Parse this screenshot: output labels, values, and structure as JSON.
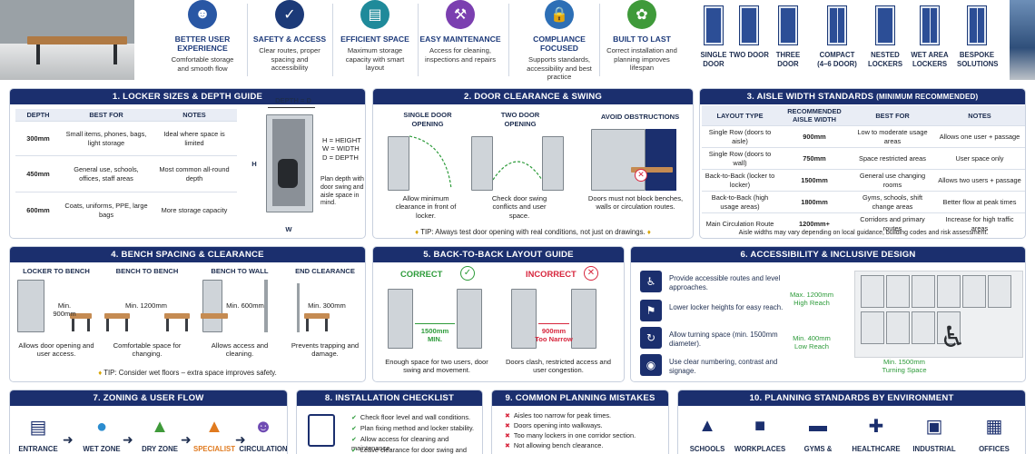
{
  "features": [
    {
      "title": "BETTER USER EXPERIENCE",
      "desc": "Comfortable storage and smooth flow",
      "icon": "people-icon",
      "color": "#2957a4"
    },
    {
      "title": "SAFETY & ACCESS",
      "desc": "Clear routes, proper spacing and accessibility",
      "icon": "shield-icon",
      "color": "#1c3a78"
    },
    {
      "title": "EFFICIENT SPACE",
      "desc": "Maximum storage capacity with smart layout",
      "icon": "chart-icon",
      "color": "#1f8a9a"
    },
    {
      "title": "EASY MAINTENANCE",
      "desc": "Access for cleaning, inspections and repairs",
      "icon": "wrench-icon",
      "color": "#7b3fb0"
    },
    {
      "title": "COMPLIANCE FOCUSED",
      "desc": "Supports standards, accessibility and best practice",
      "icon": "lock-icon",
      "color": "#2d6fb6"
    },
    {
      "title": "BUILT TO LAST",
      "desc": "Correct installation and planning improves lifespan",
      "icon": "leaf-icon",
      "color": "#3f9a3a"
    }
  ],
  "locker_types": [
    "SINGLE DOOR",
    "TWO DOOR",
    "THREE DOOR",
    "COMPACT (4–6 DOOR)",
    "NESTED LOCKERS",
    "WET AREA LOCKERS",
    "BESPOKE SOLUTIONS"
  ],
  "sizes": {
    "title": "1. LOCKER SIZES & DEPTH GUIDE",
    "headers": [
      "DEPTH",
      "BEST FOR",
      "NOTES"
    ],
    "rows": [
      {
        "depth": "300mm",
        "best": "Small items, phones, bags, light storage",
        "notes": "Ideal where space is limited"
      },
      {
        "depth": "450mm",
        "best": "General use, schools, offices, staff areas",
        "notes": "Most common all-round depth"
      },
      {
        "depth": "600mm",
        "best": "Coats, uniforms, PPE, large bags",
        "notes": "More storage capacity"
      }
    ],
    "depth_label": "DEPTH = D",
    "h_label": "H",
    "w_label": "W",
    "legend": [
      "H = HEIGHT",
      "W = WIDTH",
      "D = DEPTH"
    ],
    "plan_note": "Plan depth with door swing and aisle space in mind."
  },
  "door": {
    "title": "2. DOOR CLEARANCE & SWING",
    "cols": [
      {
        "heading": "SINGLE DOOR OPENING",
        "caption": "Allow minimum clearance in front of locker."
      },
      {
        "heading": "TWO DOOR OPENING",
        "caption": "Check door swing conflicts and user space."
      },
      {
        "heading": "AVOID OBSTRUCTIONS",
        "caption": "Doors must not block benches, walls or circulation routes."
      }
    ],
    "tip": "TIP: Always test door opening with real conditions, not just on drawings."
  },
  "aisle": {
    "title": "3. AISLE WIDTH STANDARDS",
    "title_small": "(MINIMUM RECOMMENDED)",
    "headers": [
      "LAYOUT TYPE",
      "RECOMMENDED AISLE WIDTH",
      "BEST FOR",
      "NOTES"
    ],
    "rows": [
      {
        "layout": "Single Row (doors to aisle)",
        "width": "900mm",
        "best": "Low to moderate usage areas",
        "notes": "Allows one user + passage"
      },
      {
        "layout": "Single Row (doors to wall)",
        "width": "750mm",
        "best": "Space restricted areas",
        "notes": "User space only"
      },
      {
        "layout": "Back-to-Back (locker to locker)",
        "width": "1500mm",
        "best": "General use changing rooms",
        "notes": "Allows two users + passage"
      },
      {
        "layout": "Back-to-Back (high usage areas)",
        "width": "1800mm",
        "best": "Gyms, schools, shift change areas",
        "notes": "Better flow at peak times"
      },
      {
        "layout": "Main Circulation Route",
        "width": "1200mm+",
        "best": "Corridors and primary routes",
        "notes": "Increase for high traffic areas"
      }
    ],
    "footnote": "Aisle widths may vary depending on local guidance, building codes and risk assessment."
  },
  "bench": {
    "title": "4. BENCH SPACING & CLEARANCE",
    "cols": [
      {
        "heading": "LOCKER TO BENCH",
        "dim": "Min. 900mm",
        "caption": "Allows door opening and user access."
      },
      {
        "heading": "BENCH TO BENCH",
        "dim": "Min. 1200mm",
        "caption": "Comfortable space for changing."
      },
      {
        "heading": "BENCH TO WALL",
        "dim": "Min. 600mm",
        "caption": "Allows access and cleaning."
      },
      {
        "heading": "END CLEARANCE",
        "dim": "Min. 300mm",
        "caption": "Prevents trapping and damage."
      }
    ],
    "tip": "TIP: Consider wet floors – extra space improves safety."
  },
  "b2b": {
    "title": "5. BACK-TO-BACK LAYOUT GUIDE",
    "correct": "CORRECT",
    "incorrect": "INCORRECT",
    "correct_dim": "1500mm",
    "correct_dim2": "MIN.",
    "incorrect_dim": "900mm",
    "incorrect_dim2": "Too Narrow",
    "correct_caption": "Enough space for two users, door swing and movement.",
    "incorrect_caption": "Doors clash, restricted access and user congestion."
  },
  "access": {
    "title": "6. ACCESSIBILITY & INCLUSIVE DESIGN",
    "items": [
      {
        "icon": "wheelchair-icon",
        "text": "Provide accessible routes and level approaches."
      },
      {
        "icon": "person-icon",
        "text": "Lower locker heights for easy reach."
      },
      {
        "icon": "turning-icon",
        "text": "Allow turning space (min. 1500mm diameter)."
      },
      {
        "icon": "eye-icon",
        "text": "Use clear numbering, contrast and signage."
      }
    ],
    "max_label": "Max. 1200mm",
    "max_sub": "High Reach",
    "min_label": "Min. 400mm",
    "min_sub": "Low Reach",
    "turn_label": "Min. 1500mm",
    "turn_sub": "Turning Space"
  },
  "zoning": {
    "title": "7. ZONING & USER FLOW",
    "steps": [
      {
        "label": "ENTRANCE",
        "icon": "door-icon",
        "color": "#1b2f6e"
      },
      {
        "label": "WET ZONE",
        "icon": "drop-icon",
        "color": "#2b8ccf"
      },
      {
        "label": "DRY ZONE",
        "icon": "shirt-icon",
        "color": "#3f9a3a"
      },
      {
        "label": "SPECIALIST",
        "icon": "helmet-icon",
        "color": "#e07a1f"
      },
      {
        "label": "CIRCULATION",
        "icon": "group-icon",
        "color": "#6f4bb3"
      }
    ]
  },
  "checklist": {
    "title": "8. INSTALLATION CHECKLIST",
    "items": [
      "Check floor level and wall conditions.",
      "Plan fixing method and locker stability.",
      "Allow access for cleaning and maintenance.",
      "Leave clearance for door swing and aisles."
    ]
  },
  "mistakes": {
    "title": "9. COMMON PLANNING MISTAKES",
    "items": [
      "Aisles too narrow for peak times.",
      "Doors opening into walkways.",
      "Too many lockers in one corridor section.",
      "Not allowing bench clearance."
    ]
  },
  "environments": {
    "title": "10. PLANNING STANDARDS BY ENVIRONMENT",
    "items": [
      {
        "label": "SCHOOLS",
        "icon": "graduation-icon"
      },
      {
        "label": "WORKPLACES",
        "icon": "briefcase-icon"
      },
      {
        "label": "GYMS & LEISURE",
        "icon": "dumbbell-icon"
      },
      {
        "label": "HEALTHCARE",
        "icon": "medical-cross-icon"
      },
      {
        "label": "INDUSTRIAL",
        "icon": "factory-icon"
      },
      {
        "label": "OFFICES",
        "icon": "building-icon"
      }
    ]
  }
}
